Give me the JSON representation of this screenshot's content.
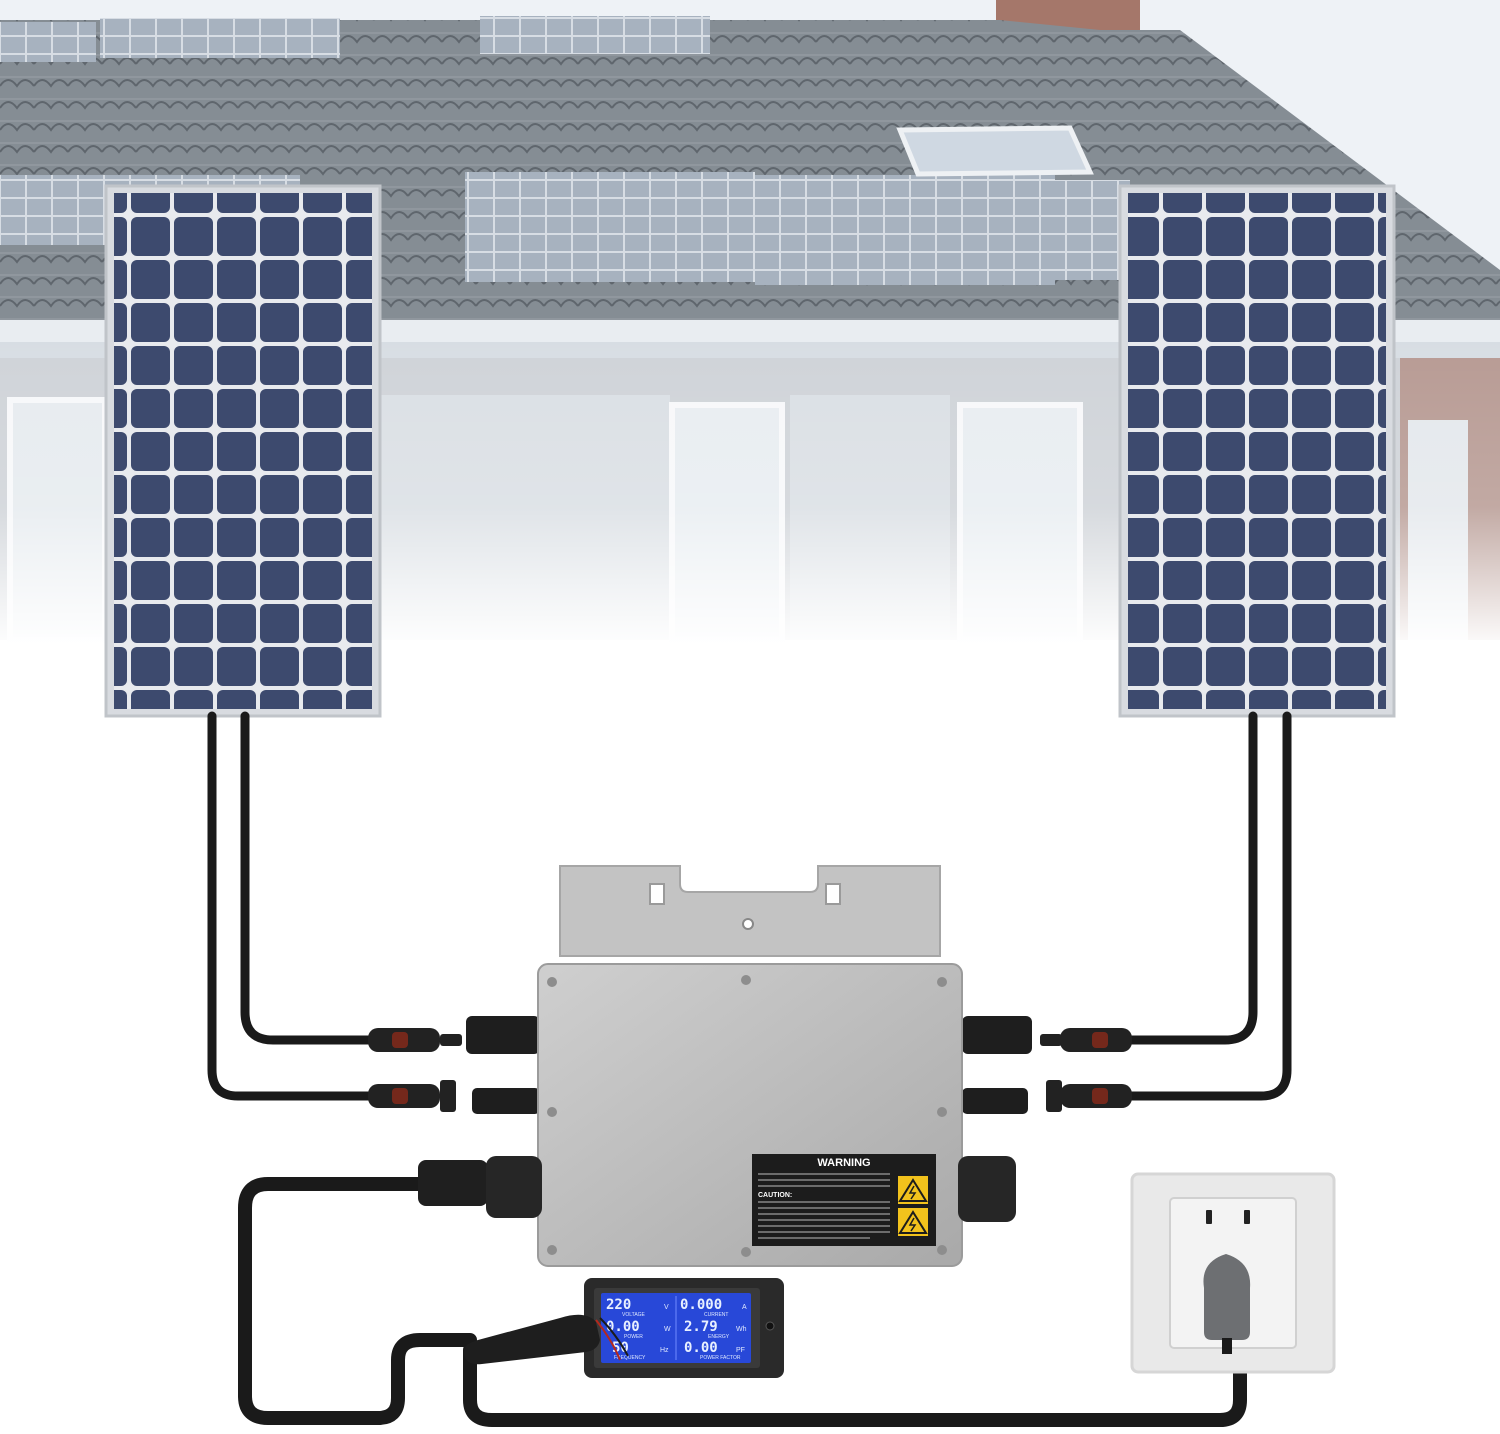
{
  "colors": {
    "sky": "#eef2f6",
    "roof": "#7d858c",
    "panel_cell": "#3d4a6e",
    "panel_frame": "#c9ccd0",
    "inverter_body": "#b8b8b8",
    "cable": "#1a1a1a",
    "lcd_background": "#2848d8",
    "warning_label": "#1c1c1c"
  },
  "inverter": {
    "warning_title": "WARNING",
    "caution_title": "CAUTION:"
  },
  "meter": {
    "voltage_value": "220",
    "voltage_unit": "V",
    "voltage_label": "VOLTAGE",
    "current_value": "0.000",
    "current_unit": "A",
    "current_label": "CURRENT",
    "power_value": "0.00",
    "power_unit": "W",
    "power_label": "POWER",
    "energy_value": "2.79",
    "energy_unit": "Wh",
    "energy_label": "ENERGY",
    "frequency_value": "50",
    "frequency_unit": "Hz",
    "frequency_label": "FREQUENCY",
    "pf_value": "0.00",
    "pf_unit": "PF",
    "pf_label": "POWER FACTOR"
  },
  "icons": [
    "solar-panel-icon",
    "inverter-icon",
    "power-meter-icon",
    "wall-socket-icon",
    "warning-triangle-icon"
  ]
}
